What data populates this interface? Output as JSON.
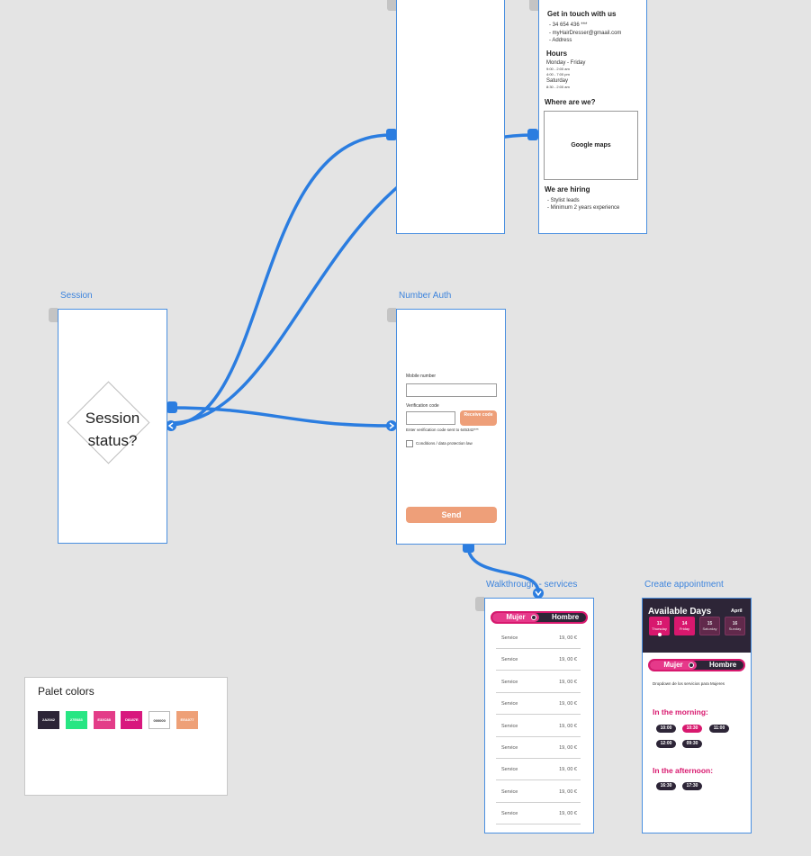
{
  "colors": {
    "board_border": "#4a8fe0",
    "wire": "#2b7de0",
    "dark": "#2d2537",
    "pink": "#d8186e",
    "pink_light": "#e6398a",
    "peach": "#ee9f79"
  },
  "boards": {
    "session": {
      "label": "Session",
      "decision": "Session status?"
    },
    "number_auth": {
      "label": "Number Auth",
      "mobile_label": "Mobile number",
      "verif_label": "Verification code",
      "receive_btn": "Receive code",
      "hint": "Enter verification code sent to 645342***",
      "conditions": "Conditions / data protection law",
      "send_btn": "Send"
    },
    "walkthrough": {
      "label": "Walkthrough - services",
      "toggle_on": "Mujer",
      "toggle_off": "Hombre",
      "rows": [
        {
          "name": "Service",
          "price": "19, 00 €"
        },
        {
          "name": "Service",
          "price": "19, 00 €"
        },
        {
          "name": "Service",
          "price": "19, 00 €"
        },
        {
          "name": "Service",
          "price": "19, 00 €"
        },
        {
          "name": "Service",
          "price": "19, 00 €"
        },
        {
          "name": "Service",
          "price": "19, 00 €"
        },
        {
          "name": "Service",
          "price": "19, 00 €"
        },
        {
          "name": "Service",
          "price": "19, 00 €"
        },
        {
          "name": "Service",
          "price": "19, 00 €"
        }
      ]
    },
    "appointment": {
      "label": "Create appointment",
      "title": "Available Days",
      "month": "April",
      "days": [
        {
          "num": "13",
          "name": "Thursday"
        },
        {
          "num": "14",
          "name": "Friday"
        },
        {
          "num": "15",
          "name": "Saturday"
        },
        {
          "num": "16",
          "name": "Sunday"
        }
      ],
      "toggle_on": "Mujer",
      "toggle_off": "Hombre",
      "dropdown": "Dropdown de los servicios para Mujeres",
      "morning_title": "In the morning:",
      "morning_slots": [
        "10:00",
        "10:30",
        "11:00",
        "12:00",
        "09:30"
      ],
      "afternoon_title": "In the afternoon:",
      "afternoon_slots": [
        "16:30",
        "17:30"
      ]
    },
    "contact": {
      "get_in_touch": "Get in touch with us",
      "phone": "- 34 654 436 ***",
      "email": "- myHairDresser@gmaail.com",
      "address": "- Address",
      "hours_title": "Hours",
      "weekdays": "Monday - Friday",
      "wk1": "9:00 - 2:00 am",
      "wk2": "4:00 - 7:00 pm",
      "saturday": "Saturday",
      "sat1": "8:30 - 2:00 am",
      "where_title": "Where are we?",
      "maps": "Google maps",
      "hiring_title": "We are hiring",
      "hire1": "- Stylist leads",
      "hire2": "- Minimum 2 years experience"
    }
  },
  "palette": {
    "title": "Palet colors",
    "swatches": [
      {
        "hex": "2A2042",
        "color": "#2d2537"
      },
      {
        "hex": "27E683",
        "color": "#27e683"
      },
      {
        "hex": "E33C88",
        "color": "#e33c88"
      },
      {
        "hex": "D8187E",
        "color": "#d8187e"
      },
      {
        "hex": "000000",
        "color": "#ffffff"
      },
      {
        "hex": "EEA077",
        "color": "#eea077"
      }
    ]
  }
}
